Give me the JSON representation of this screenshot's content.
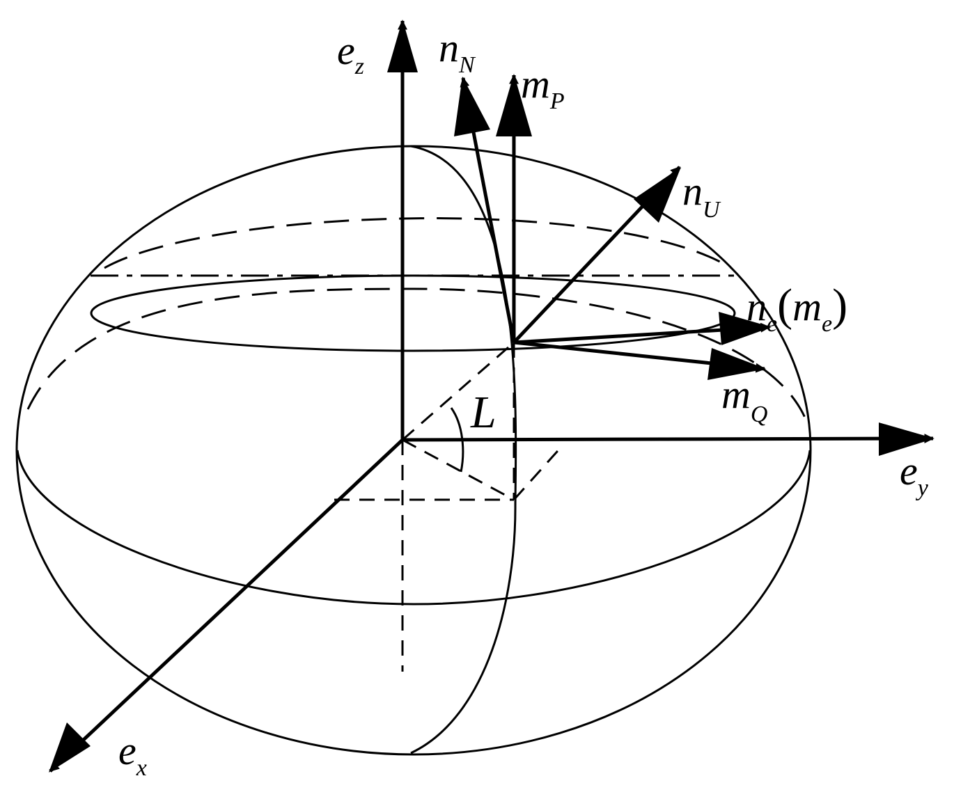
{
  "axes": {
    "z": {
      "base": "e",
      "sub": "z"
    },
    "y": {
      "base": "e",
      "sub": "y"
    },
    "x": {
      "base": "e",
      "sub": "x"
    }
  },
  "vectors": {
    "nN": {
      "base": "n",
      "sub": "N"
    },
    "mP": {
      "base": "m",
      "sub": "P"
    },
    "nU": {
      "base": "n",
      "sub": "U"
    },
    "ne": {
      "base": "n",
      "sub": "e",
      "open": "(",
      "inner_base": "m",
      "inner_sub": "e",
      "close": ")"
    },
    "mQ": {
      "base": "m",
      "sub": "Q"
    }
  },
  "angle": {
    "label": "L"
  },
  "colors": {
    "stroke": "#000000",
    "background": "#ffffff"
  }
}
